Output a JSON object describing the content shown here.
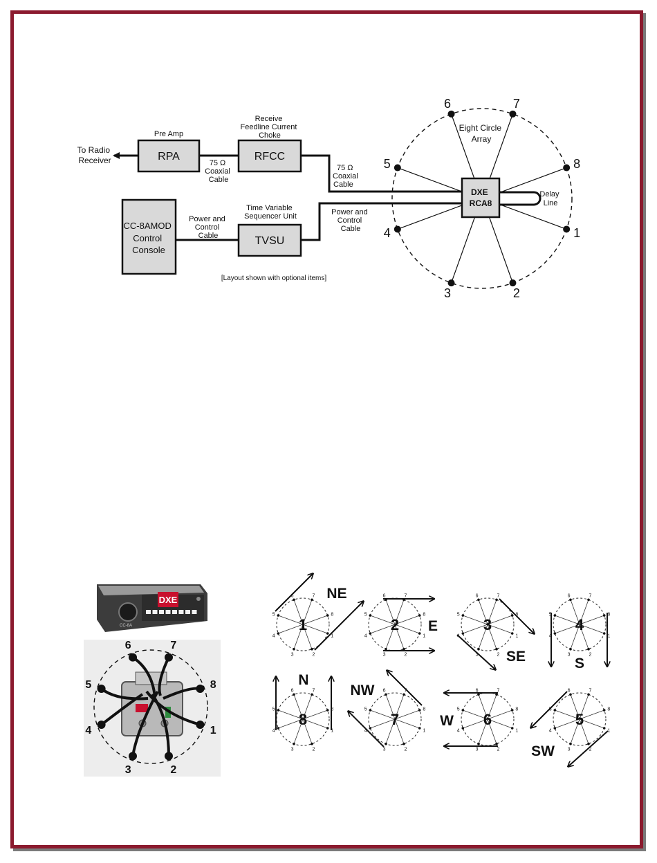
{
  "system": {
    "to_radio": [
      "To Radio",
      "Receiver"
    ],
    "preamp_label": "Pre Amp",
    "rpa": "RPA",
    "coax1": [
      "75 Ω",
      "Coaxial",
      "Cable"
    ],
    "rfcc_label": [
      "Receive",
      "Feedline Current",
      "Choke"
    ],
    "rfcc": "RFCC",
    "coax2": [
      "75 Ω",
      "Coaxial",
      "Cable"
    ],
    "console": [
      "CC-8AMOD",
      "Control",
      "Console"
    ],
    "power1": [
      "Power and",
      "Control",
      "Cable"
    ],
    "tvsu_label": [
      "Time Variable",
      "Sequencer Unit"
    ],
    "tvsu": "TVSU",
    "power2": [
      "Power and",
      "Control",
      "Cable"
    ],
    "note": "[Layout shown with optional items]",
    "array_title": [
      "Eight Circle",
      "Array"
    ],
    "dxe": [
      "DXE",
      "RCA8"
    ],
    "delay": [
      "Delay",
      "Line"
    ],
    "elements": [
      "1",
      "2",
      "3",
      "4",
      "5",
      "6",
      "7",
      "8"
    ]
  },
  "photo": {
    "console_brand": "DXE",
    "console_model": "CC-8A",
    "elements": [
      "1",
      "2",
      "3",
      "4",
      "5",
      "6",
      "7",
      "8"
    ]
  },
  "directions": [
    {
      "num": "1",
      "dir": "NE"
    },
    {
      "num": "2",
      "dir": "E"
    },
    {
      "num": "3",
      "dir": "SE"
    },
    {
      "num": "4",
      "dir": "S"
    },
    {
      "num": "8",
      "dir": "N"
    },
    {
      "num": "7",
      "dir": "NW"
    },
    {
      "num": "6",
      "dir": "W"
    },
    {
      "num": "5",
      "dir": "SW"
    }
  ],
  "colors": {
    "border": "#8b1a2e",
    "box_fill": "#d9d9d9"
  }
}
